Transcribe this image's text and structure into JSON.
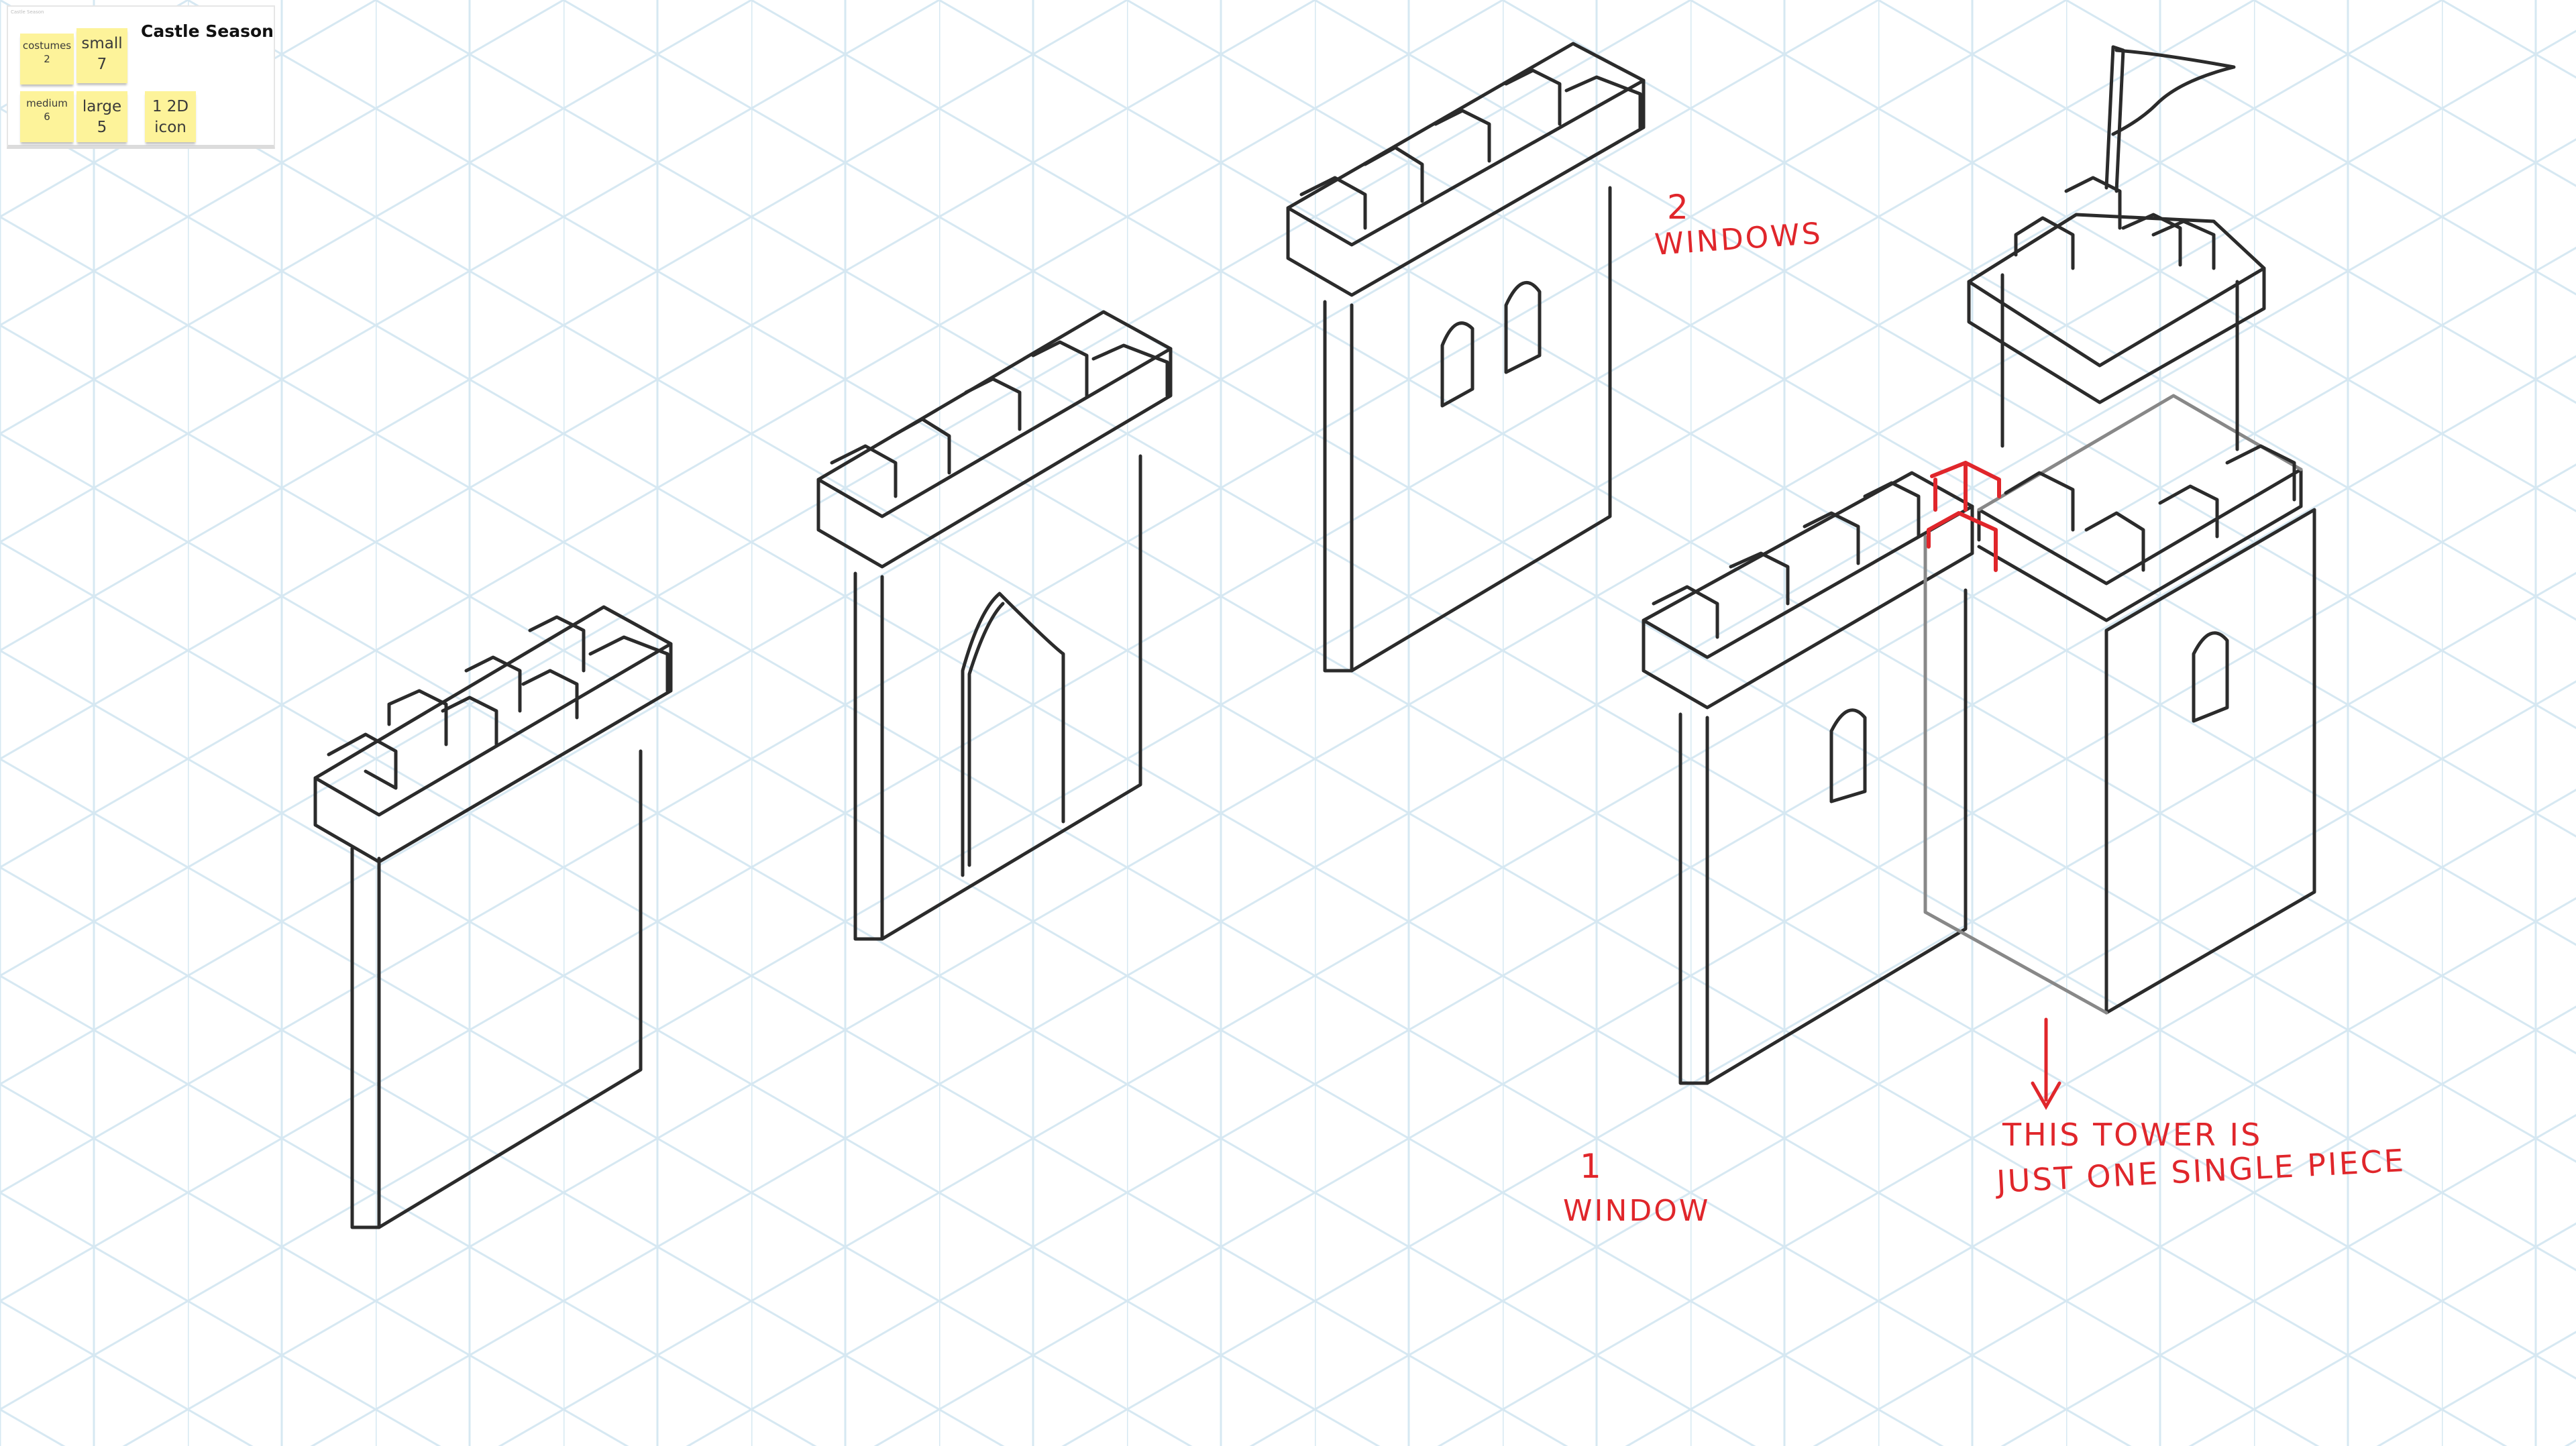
{
  "board": {
    "panel_header": "Castle Season",
    "title": "Castle Season",
    "stickies": [
      {
        "label": "costumes",
        "value": "2"
      },
      {
        "label": "small",
        "value": "7"
      },
      {
        "label": "medium",
        "value": "6"
      },
      {
        "label": "large",
        "value": "5"
      },
      {
        "label": "1 2D",
        "value": "icon"
      }
    ]
  },
  "annotations": {
    "two_windows_num": "2",
    "two_windows_text": "WINDOWS",
    "one_window_num": "1",
    "one_window_text": "WINDOW",
    "tower_line1": "THIS TOWER IS",
    "tower_line2": "JUST ONE SINGLE PIECE"
  },
  "colors": {
    "grid": "#d6e8f2",
    "ink": "#2b2b2b",
    "annotation_red": "#e0262b",
    "sticky_yellow": "#fdf39a"
  }
}
